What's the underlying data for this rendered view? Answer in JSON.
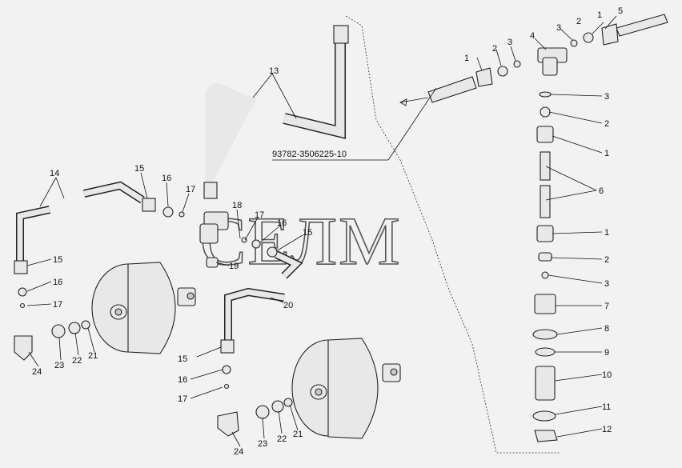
{
  "diagram": {
    "assembly_code": "93782-3506225-10",
    "watermark": "СЕЛМ",
    "callouts": [
      "1",
      "2",
      "3",
      "4",
      "5",
      "6",
      "7",
      "8",
      "9",
      "10",
      "11",
      "12",
      "13",
      "14",
      "15",
      "16",
      "17",
      "18",
      "19",
      "20",
      "21",
      "22",
      "23",
      "24"
    ]
  }
}
